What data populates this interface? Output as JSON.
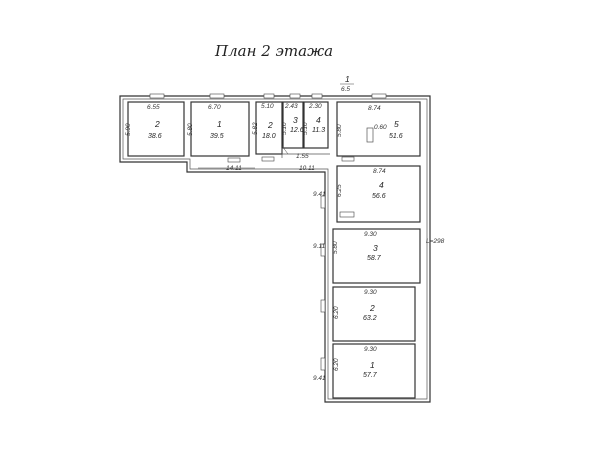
{
  "title": "План 2 этажа",
  "outer": {
    "num": "1",
    "area": "6.5",
    "length": "L=298"
  },
  "rooms_top": [
    {
      "num": "2",
      "area": "38.6",
      "w": "6.55",
      "h": "5.90"
    },
    {
      "num": "1",
      "area": "39.5",
      "w": "6.70",
      "h": "5.80"
    },
    {
      "num": "2",
      "area": "18.0",
      "w": "5.10",
      "h": "5.82"
    },
    {
      "num": "3",
      "area": "12.6",
      "w": "2.43",
      "h": "5.10"
    },
    {
      "num": "4",
      "area": "11.3",
      "w": "2.30",
      "h": "5.10"
    },
    {
      "num": "5",
      "area": "51.6",
      "w": "8.74",
      "h": "5.80"
    }
  ],
  "rooms_wing": [
    {
      "num": "4",
      "area": "56.6",
      "w": "8.74",
      "h": "6.25"
    },
    {
      "num": "3",
      "area": "58.7",
      "w": "9.30",
      "h": "5.80"
    },
    {
      "num": "2",
      "area": "63.2",
      "w": "9.30",
      "h": "6.20"
    },
    {
      "num": "1",
      "area": "57.7",
      "w": "9.30",
      "h": "6.20"
    }
  ],
  "corridor": {
    "dim_a": "14.11",
    "dim_b": "10.11",
    "dim_c": "9.41",
    "dim_d": "9.11",
    "dim_e": "9.41",
    "small": "1.55",
    "stair": "0.60"
  }
}
